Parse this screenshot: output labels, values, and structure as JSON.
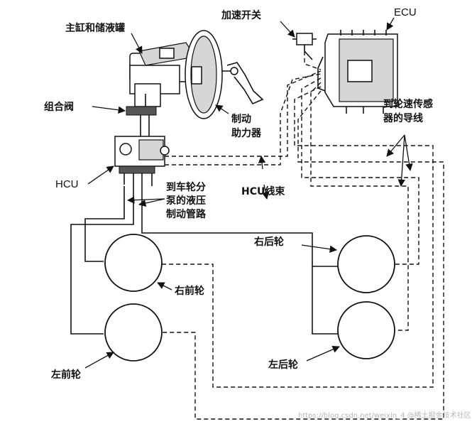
{
  "labels": {
    "master_cylinder": "主缸和储液罐",
    "accel_switch": "加速开关",
    "ecu": "ECU",
    "combination_valve": "组合阀",
    "brake_booster_line1": "制动",
    "brake_booster_line2": "助力器",
    "sensor_wires_line1": "到轮速传感",
    "sensor_wires_line2": "器的导线",
    "hcu": "HCU",
    "hydraulic_line1": "到车轮分",
    "hydraulic_line2": "泵的液压",
    "hydraulic_line3": "制动管路",
    "hcu_harness": "HCU线束",
    "right_rear": "右后轮",
    "right_front": "右前轮",
    "left_front": "左前轮",
    "left_rear": "左后轮"
  },
  "watermark": "https://blog.csdn.net/weixin_4  @稀土掘金技术社区"
}
